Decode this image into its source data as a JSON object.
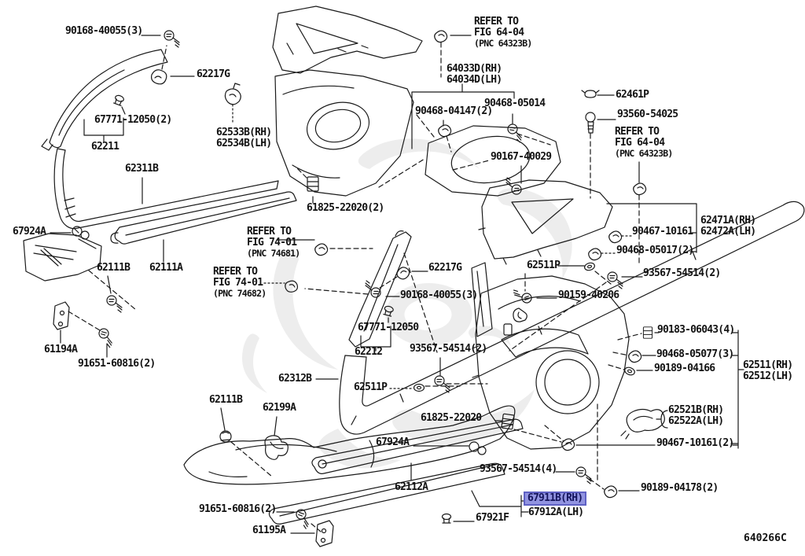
{
  "figure": {
    "code": "640266C",
    "highlight": {
      "selected_part": "67911B(RH)",
      "color": "#9193e0"
    }
  },
  "labels": {
    "n90168_40055_3": "90168-40055(3)",
    "n62217g": "62217G",
    "n67771_12050_2": "67771-12050(2)",
    "n62211": "62211",
    "n62533b_rh": "62533B(RH)",
    "n62534b_lh": "62534B(LH)",
    "n62311b": "62311B",
    "refer_to": "REFER TO",
    "fig_64_04": "FIG 64-04",
    "pnc_64323b": "(PNC 64323B)",
    "fig_74_01": "FIG 74-01",
    "pnc_74681": "(PNC 74681)",
    "pnc_74682": "(PNC 74682)",
    "n64033d_rh": "64033D(RH)",
    "n64034d_lh": "64034D(LH)",
    "n90468_04147_2": "90468-04147(2)",
    "n90468_05014": "90468-05014",
    "n62461p": "62461P",
    "n93560_54025": "93560-54025",
    "n90167_40029": "90167-40029",
    "n62471a_rh": "62471A(RH)",
    "n62472a_lh": "62472A(LH)",
    "n90467_10161": "90467-10161",
    "n90468_05017_2": "90468-05017(2)",
    "n62511p": "62511P",
    "n93567_54514_2": "93567-54514(2)",
    "n90159_40206": "90159-40206",
    "n67771_12050": "67771-12050",
    "n62212": "62212",
    "n90183_06043_4": "90183-06043(4)",
    "n90468_05077_3": "90468-05077(3)",
    "n90189_04166": "90189-04166",
    "n62511_rh": "62511(RH)",
    "n62512_lh": "62512(LH)",
    "n62111b": "62111B",
    "n62111a": "62111A",
    "n67924a": "67924A",
    "n61194a": "61194A",
    "n91651_60816_2": "91651-60816(2)",
    "n62312b": "62312B",
    "n61825_22020_2": "61825-22020(2)",
    "n61825_22020": "61825-22020",
    "n62199a": "62199A",
    "n62521b_rh": "62521B(RH)",
    "n62522a_lh": "62522A(LH)",
    "n90467_10161_2": "90467-10161(2)",
    "n93567_54514_4": "93567-54514(4)",
    "n90189_04178_2": "90189-04178(2)",
    "n62112a": "62112A",
    "n67911b_rh": "67911B(RH)",
    "n67912a_lh": "67912A(LH)",
    "n67921f": "67921F",
    "n61195a": "61195A"
  }
}
